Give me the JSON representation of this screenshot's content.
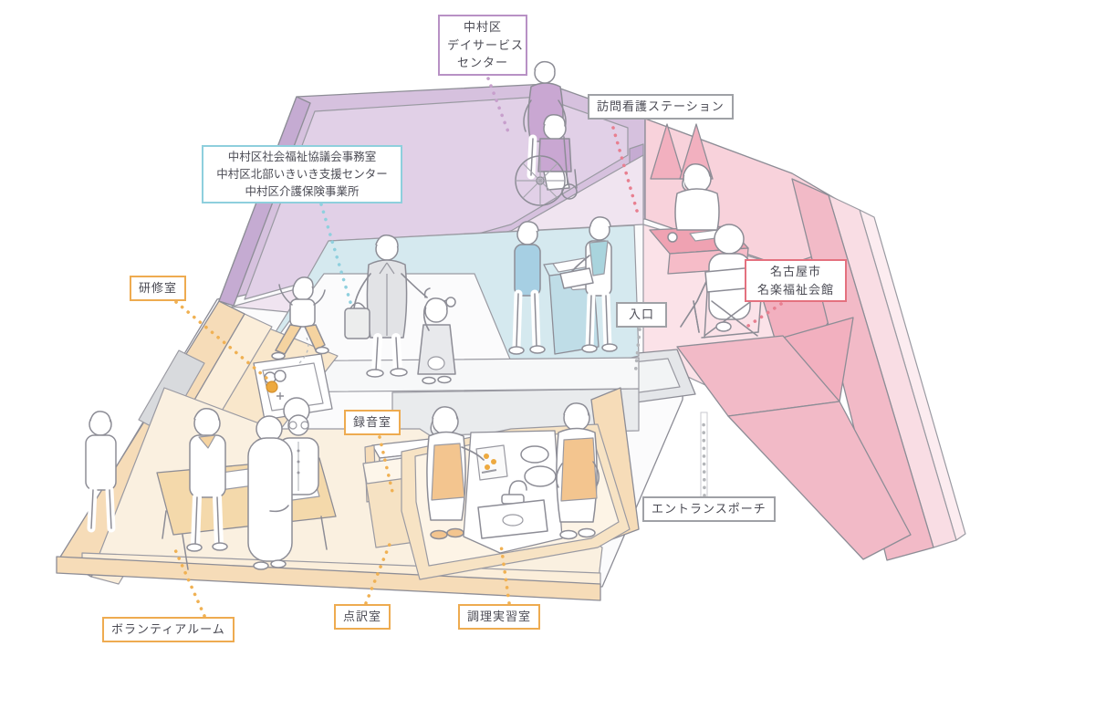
{
  "labels": {
    "dayservice": {
      "lines": [
        "中村区",
        "デイサービス",
        "センター"
      ]
    },
    "houkan": {
      "lines": [
        "訪問看護ステーション"
      ]
    },
    "shakyo": {
      "lines": [
        "中村区社会福祉協議会事務室",
        "中村区北部いきいき支援センター",
        "中村区介護保険事業所"
      ]
    },
    "kenshu": {
      "lines": [
        "研修室"
      ]
    },
    "rokuon": {
      "lines": [
        "録音室"
      ]
    },
    "iriguchi": {
      "lines": [
        "入口"
      ]
    },
    "meiraku": {
      "lines": [
        "名古屋市",
        "名楽福祉会館"
      ]
    },
    "entrance_porch": {
      "lines": [
        "エントランスポーチ"
      ]
    },
    "volunteer": {
      "lines": [
        "ボランティアルーム"
      ]
    },
    "tenyaku": {
      "lines": [
        "点訳室"
      ]
    },
    "chori": {
      "lines": [
        "調理実習室"
      ]
    }
  },
  "palette": {
    "purple_wall": "#d6c1de",
    "purple_dark": "#c5abd2",
    "purple_inner": "#e1d0e7",
    "lavender_floor": "#f0e4f0",
    "blue_floor": "#d5e9ef",
    "teal_counter": "#bfdde7",
    "teal_top": "#d6ebf1",
    "pink_wall": "#f2b0bf",
    "pink_light": "#f8d2db",
    "pink_lighter": "#fbe2e8",
    "pink_desk": "#efa2b2",
    "pink_porch": "#f2bac7",
    "pink_strip": "#f9dde4",
    "pink_strip2": "#fcecf0",
    "orange_wall": "#f6dcb8",
    "orange_inner": "#fbeeda",
    "orange_floor": "#f9e7cb",
    "tan_table": "#f4d9ab",
    "gray_band": "#d8dadd",
    "gray_light": "#e9ebed",
    "gray_step": "#e4e6e9",
    "white_floor": "#fbfbfc",
    "cream_floor": "#faf0e0",
    "shirt_purple": "#c9a7d2",
    "shirt_blue": "#a6cfe3",
    "vest_teal": "#a9d4dd",
    "cardigan_gray": "#e2e3e6",
    "apron_orange": "#f3c58f",
    "pants_orange": "#f5d3a0",
    "ball_orange": "#eda93f",
    "label_purple": "#b891c5",
    "label_cyan": "#8ecfdd",
    "label_orange": "#eeab50",
    "label_pink": "#e4717f",
    "label_gray": "#9fa1a6",
    "dot_purple": "#c79fcc",
    "dot_cyan": "#8fd0de",
    "dot_orange": "#f0b153",
    "dot_pink": "#e87f90",
    "dot_gray": "#b4b6ba"
  }
}
